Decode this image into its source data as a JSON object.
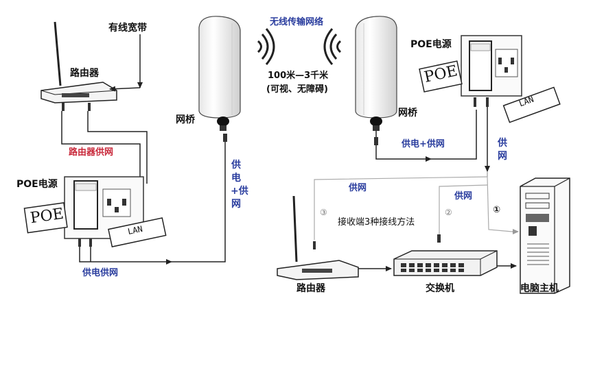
{
  "labels": {
    "wired_broadband": "有线宽带",
    "router_top": "路由器",
    "router_power": "路由器供网",
    "poe_left": "POE电源",
    "poe_tag_left": "POE",
    "lan_left": "LAN",
    "power_network_bottom": "供电供网",
    "bridge_left": "网桥",
    "power_plus_network_vertical": "供电+供网",
    "wireless_network": "无线传输网络",
    "distance": "100米—3千米",
    "visibility": "(可视、无障碍)",
    "bridge_right": "网桥",
    "poe_right": "POE电源",
    "poe_tag_right": "POE",
    "lan_right": "LAN",
    "power_plus_network_right": "供电+供网",
    "network_vertical": "供网",
    "network_mid_left": "供网",
    "network_mid_right": "供网",
    "circle_three": "③",
    "circle_two": "②",
    "circle_one": "①",
    "receive_methods": "接收端3种接线方法",
    "router_bottom": "路由器",
    "switch": "交换机",
    "computer": "电脑主机"
  }
}
